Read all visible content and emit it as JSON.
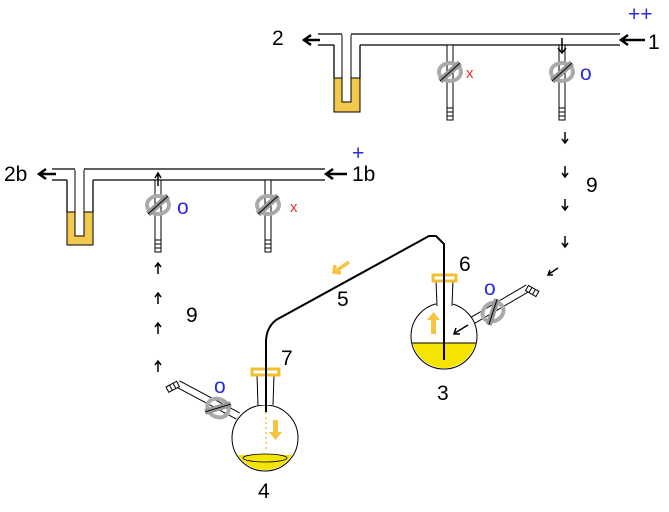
{
  "labels": {
    "vacuum_inlet_main": "1",
    "vacuum_outlet_main": "2",
    "vacuum_inlet_secondary": "1b",
    "vacuum_outlet_secondary": "2b",
    "source_flask": "3",
    "receiving_flask": "4",
    "cannula": "5",
    "septum_source": "6",
    "septum_receiving": "7",
    "gas_flow_right": "9",
    "gas_flow_left": "9"
  },
  "pressure": {
    "main_line": "++",
    "secondary_line": "+"
  },
  "stopcock_states": {
    "open": "o",
    "closed": "x"
  },
  "colors": {
    "liquid": "#f5e400",
    "trap_liquid": "#f2c94c",
    "flow_arrow": "#f5c542",
    "pressure_mark": "#2a2ae0",
    "closed_mark": "#e03030"
  }
}
